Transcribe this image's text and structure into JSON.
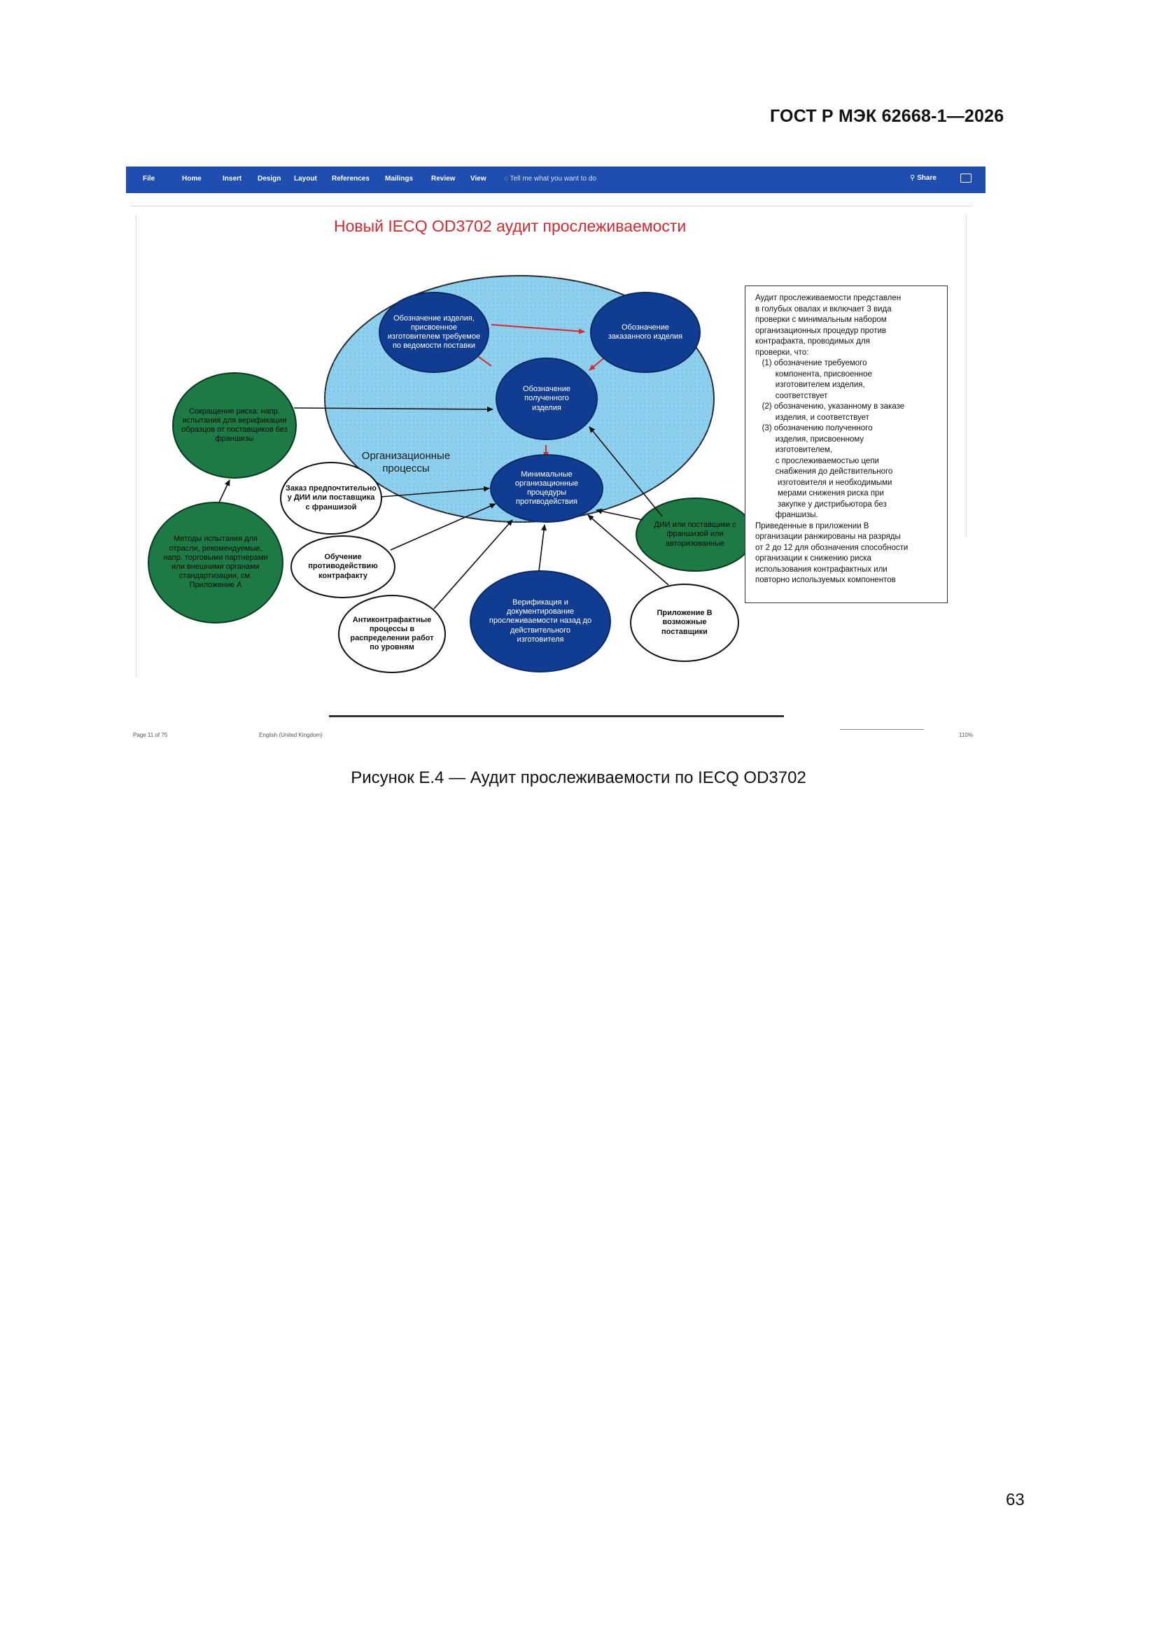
{
  "header": {
    "title": "ГОСТ Р МЭК 62668-1—2026"
  },
  "figure": {
    "caption": "Рисунок Е.4 — Аудит прослеживаемости по IECQ OD3702"
  },
  "word_window": {
    "tabs": [
      "File",
      "Home",
      "Insert",
      "Design",
      "Layout",
      "References",
      "Mailings",
      "Review",
      "View"
    ],
    "tell_me": "Tell me what you want to do",
    "share": "Share",
    "status_left": "Page 11 of 75",
    "status_lang": "English (United Kingdom)",
    "zoom": "110%"
  },
  "diagram": {
    "title": "Новый IECQ OD3702 аудит прослеживаемости",
    "org_label_line1": "Организационные",
    "org_label_line2": "процессы",
    "nodes": {
      "manufacturer_designation": "Обозначение изделия, присвоенное изготовителем требуемое по ведомости поставки",
      "ordered_designation": "Обозначение заказанного изделия",
      "received_designation": "Обозначение полученного изделия",
      "minimal_procedures": "Минимальные организационные процедуры противодействия",
      "risk_reduction": "Сокращение риска: напр. испытания для верификации образцов от поставщиков без франшизы",
      "test_methods": "Методы испытания для отрасли, рекомендуемые, напр. торговыми партнерами или внешними органами стандартизации, см. Приложение А",
      "order_preferably": "Заказ предпочтительно у ДИИ или поставщика с франшизой",
      "training": "Обучение противодействию контрафакту",
      "anticounterfeit": "Антиконтрафактные процессы в распределении работ по уровням",
      "verification": "Верификация и документирование прослеживаемости назад до действительного изготовителя",
      "annex_b": "Приложение В возможные поставщики",
      "ocm_franchised": "ДИИ или поставщики с франшизой или авторизованные"
    },
    "info_lines": [
      "Аудит прослеживаемости представлен",
      "в голубых овалах и включает 3 вида",
      "проверки с минимальным набором",
      "организационных процедур против",
      "контрафакта, проводимых для",
      "проверки, что:",
      "   (1) обозначение требуемого",
      "         компонента, присвоенное",
      "         изготовителем изделия,",
      "         соответствует",
      "   (2) обозначению, указанному в заказе",
      "         изделия, и соответствует",
      "   (3) обозначению полученного",
      "         изделия, присвоенному",
      "         изготовителем,",
      "         с прослеживаемостью цепи",
      "         снабжения до действительного",
      "          изготовителя и необходимыми",
      "          мерами снижения риска при",
      "          закупке у дистрибьютора без",
      "         франшизы.",
      "Приведенные в приложении В",
      "организации ранжированы на разряды",
      "от 2 до 12 для обозначения способности",
      "организации к снижению риска",
      "использования контрафактных или",
      "повторно используемых компонентов"
    ]
  },
  "page_number": "63",
  "colors": {
    "ribbon": "#1f4db0",
    "big_oval": "#8fd0ee",
    "blue_node": "#103d92",
    "green_node": "#1d7a45",
    "title_red": "#d8272e",
    "red_arrow": "#d8272e"
  }
}
